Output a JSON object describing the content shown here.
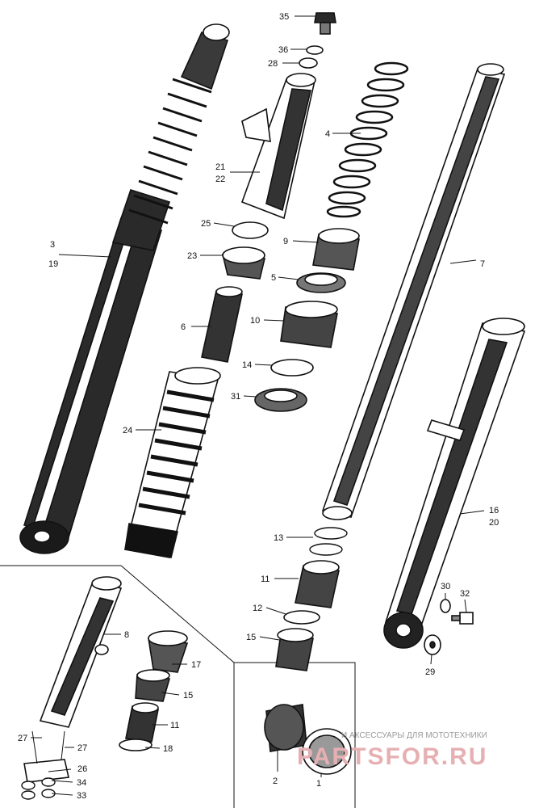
{
  "watermark": {
    "tagline": "И АКСЕССУАРЫ ДЛЯ МОТОТЕХНИКИ",
    "brand": "PARTSFOR.RU"
  },
  "callouts": {
    "c35": "35",
    "c36": "36",
    "c28": "28",
    "c4": "4",
    "c21": "21",
    "c22": "22",
    "c3": "3",
    "c19": "19",
    "c25": "25",
    "c9": "9",
    "c7": "7",
    "c23": "23",
    "c5": "5",
    "c6": "6",
    "c10": "10",
    "c14": "14",
    "c31": "31",
    "c24": "24",
    "c16": "16",
    "c20": "20",
    "c13": "13",
    "c11a": "11",
    "c12": "12",
    "c15a": "15",
    "c30": "30",
    "c32": "32",
    "c29": "29",
    "c8": "8",
    "c17": "17",
    "c15b": "15",
    "c11b": "11",
    "c18": "18",
    "c27a": "27",
    "c27b": "27",
    "c26": "26",
    "c34": "34",
    "c33": "33",
    "c2": "2",
    "c1": "1"
  }
}
